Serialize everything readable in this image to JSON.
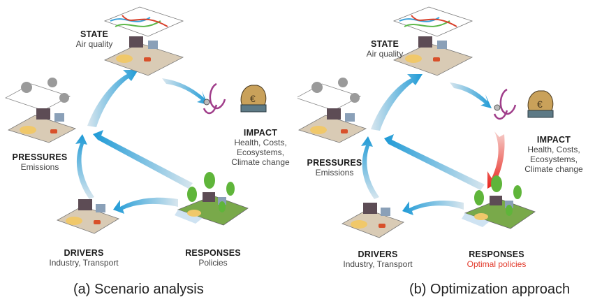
{
  "colors": {
    "arrow_blue": "#1e9ad6",
    "arrow_red": "#e8241c",
    "highlight_red": "#e23a2b",
    "tile": "#d9cbb5",
    "grid_water": "#cfe3f2",
    "grass": "#79a94a",
    "leaf": "#5fb53a",
    "factory": "#5d4c55",
    "house": "#8aa0b8",
    "boat": "#f0c86a",
    "car": "#d8502a",
    "smoke": "#9a9a9a",
    "bag": "#c9a15a",
    "cash": "#5d7a86",
    "stethoscope": "#a03d8a"
  },
  "panels": [
    {
      "id": "a",
      "caption": "(a) Scenario analysis",
      "nodes": {
        "state": {
          "title": "STATE",
          "subtitle": "Air quality"
        },
        "impact": {
          "title": "IMPACT",
          "subtitle_lines": [
            "Health, Costs,",
            "Ecosystems,",
            "Climate change"
          ]
        },
        "pressures": {
          "title": "PRESSURES",
          "subtitle": "Emissions"
        },
        "drivers": {
          "title": "DRIVERS",
          "subtitle": "Industry, Transport"
        },
        "responses": {
          "title": "RESPONSES",
          "subtitle": "Policies",
          "subtitle_highlight": false
        }
      },
      "arrows": [
        {
          "from": "pressures",
          "to": "state",
          "color": "blue"
        },
        {
          "from": "state",
          "to": "impact",
          "color": "blue"
        },
        {
          "from": "drivers",
          "to": "pressures",
          "color": "blue"
        },
        {
          "from": "responses",
          "to": "pressures",
          "color": "blue"
        },
        {
          "from": "responses",
          "to": "drivers",
          "color": "blue"
        }
      ]
    },
    {
      "id": "b",
      "caption": "(b) Optimization approach",
      "nodes": {
        "state": {
          "title": "STATE",
          "subtitle": "Air quality"
        },
        "impact": {
          "title": "IMPACT",
          "subtitle_lines": [
            "Health, Costs,",
            "Ecosystems,",
            "Climate change"
          ]
        },
        "pressures": {
          "title": "PRESSURES",
          "subtitle": "Emissions"
        },
        "drivers": {
          "title": "DRIVERS",
          "subtitle": "Industry, Transport"
        },
        "responses": {
          "title": "RESPONSES",
          "subtitle": "Optimal policies",
          "subtitle_highlight": true
        }
      },
      "arrows": [
        {
          "from": "pressures",
          "to": "state",
          "color": "blue"
        },
        {
          "from": "state",
          "to": "impact",
          "color": "blue"
        },
        {
          "from": "impact",
          "to": "responses",
          "color": "red"
        },
        {
          "from": "drivers",
          "to": "pressures",
          "color": "blue"
        },
        {
          "from": "responses",
          "to": "pressures",
          "color": "blue"
        },
        {
          "from": "responses",
          "to": "drivers",
          "color": "blue"
        }
      ]
    }
  ]
}
